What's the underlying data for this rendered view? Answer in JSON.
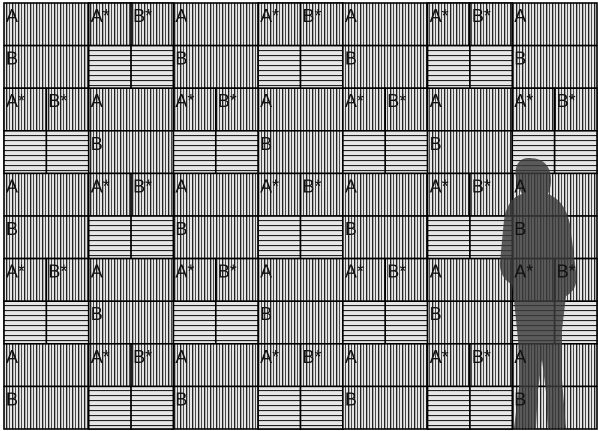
{
  "diagram": {
    "tile_labels": {
      "a": "A",
      "b": "B",
      "a_star": "A*",
      "b_star": "B*"
    },
    "rows": [
      {
        "pattern": "A"
      },
      {
        "pattern": "B"
      },
      {
        "pattern": "A"
      },
      {
        "pattern": "B"
      },
      {
        "pattern": "A"
      }
    ],
    "columns": 7,
    "silhouette": {
      "shown": true,
      "description_icon": "person-silhouette-icon"
    },
    "colors": {
      "background": "#ffffff",
      "tile_fill": "#e6e6e6",
      "stripe": "#222222",
      "border": "#000000",
      "silhouette": "#3a3a3a"
    }
  }
}
